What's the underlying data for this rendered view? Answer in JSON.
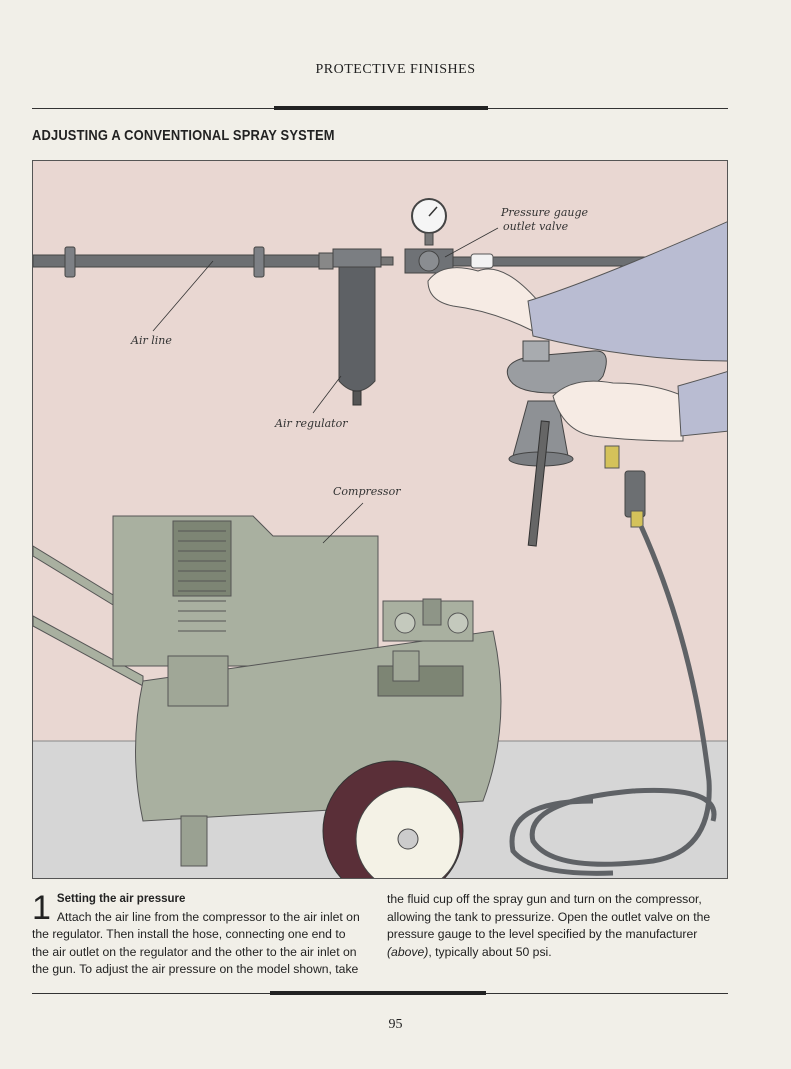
{
  "header": {
    "running_head": "PROTECTIVE FINISHES"
  },
  "section": {
    "title": "ADJUSTING A CONVENTIONAL SPRAY SYSTEM"
  },
  "illustration": {
    "labels": {
      "pressure_gauge": "Pressure gauge",
      "outlet_valve": "outlet valve",
      "air_line": "Air line",
      "air_regulator": "Air regulator",
      "compressor": "Compressor"
    }
  },
  "step": {
    "number": "1",
    "title": "Setting the air pressure",
    "col1_text": "Attach the air line from the compressor to the air inlet on the regulator. Then install the hose, connecting one end to the air outlet on the regulator and the other to the air inlet on the gun. To adjust the air pressure on the model shown, take",
    "col2_text_before": "the fluid cup off the spray gun and turn on the compressor, allowing the tank to pressurize. Open the outlet valve on the pressure gauge to the level specified by the manufacturer ",
    "col2_italic": "(above)",
    "col2_text_after": ", typically about 50 psi."
  },
  "footer": {
    "page_number": "95"
  },
  "colors": {
    "wall": "#e9d7d2",
    "floor": "#d6d6d6",
    "compressor": "#a9b0a0",
    "pipe": "#6c6f72",
    "hose": "#5f6266",
    "sleeve": "#b9bcd2",
    "skin": "#f6ebe4"
  }
}
